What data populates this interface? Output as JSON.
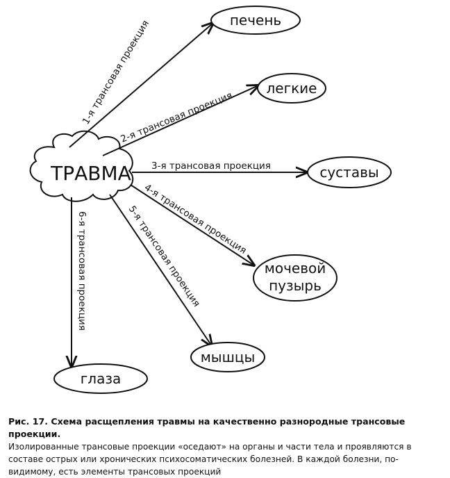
{
  "diagram": {
    "center": "ТРАВМА",
    "nodes": {
      "liver": "печень",
      "lungs": "легкие",
      "joints": "суставы",
      "bladder_line1": "мочевой",
      "bladder_line2": "пузырь",
      "muscles": "мышцы",
      "eyes": "глаза"
    },
    "edges": {
      "e1": "1-я трансовая проекция",
      "e2": "2-я трансовая проекция",
      "e3": "3-я трансовая проекция",
      "e4": "4-я трансовая проекция",
      "e5": "5-я трансовая проекция",
      "e6": "6-я трансовая проекция"
    }
  },
  "caption": {
    "title": "Рис. 17. Схема расщепления травмы на качественно разнородные трансовые проекции.",
    "body": "Изолированные трансовые проекции «оседают» на органы и части тела и проявляются в составе острых или хронических психосоматических болезней. В каждой болезни, по-видимому, есть элементы трансовых проекций"
  }
}
